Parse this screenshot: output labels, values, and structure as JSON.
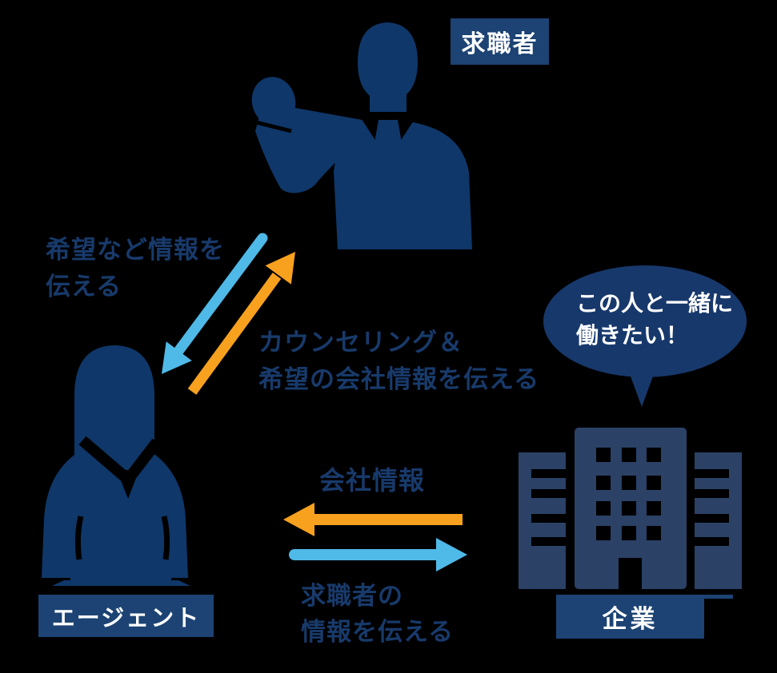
{
  "colors": {
    "background": "#000000",
    "figure": "#0F3769",
    "building": "#2B4166",
    "bubble": "#17386B",
    "badge": "#1C4373",
    "text": "#183A6B",
    "label_text": "#FFFFFF",
    "arrow_blue": "#4FB9E8",
    "arrow_orange": "#F7A11F"
  },
  "nodes": {
    "job_seeker": {
      "label": "求職者"
    },
    "agent": {
      "label": "エージェント"
    },
    "company": {
      "label": "企業"
    }
  },
  "bubble": {
    "line1": "この人と一緒に",
    "line2": "働きたい！"
  },
  "edges": {
    "seeker_to_agent": {
      "line1": "希望など情報を",
      "line2": "伝える",
      "arrow_color": "#4FB9E8",
      "direction": "down-left"
    },
    "agent_to_seeker": {
      "line1": "カウンセリング＆",
      "line2": "希望の会社情報を伝える",
      "arrow_color": "#F7A11F",
      "direction": "up-right"
    },
    "company_to_agent": {
      "label": "会社情報",
      "arrow_color": "#F7A11F",
      "direction": "left"
    },
    "agent_to_company": {
      "line1": "求職者の",
      "line2": "情報を伝える",
      "arrow_color": "#4FB9E8",
      "direction": "right"
    }
  }
}
